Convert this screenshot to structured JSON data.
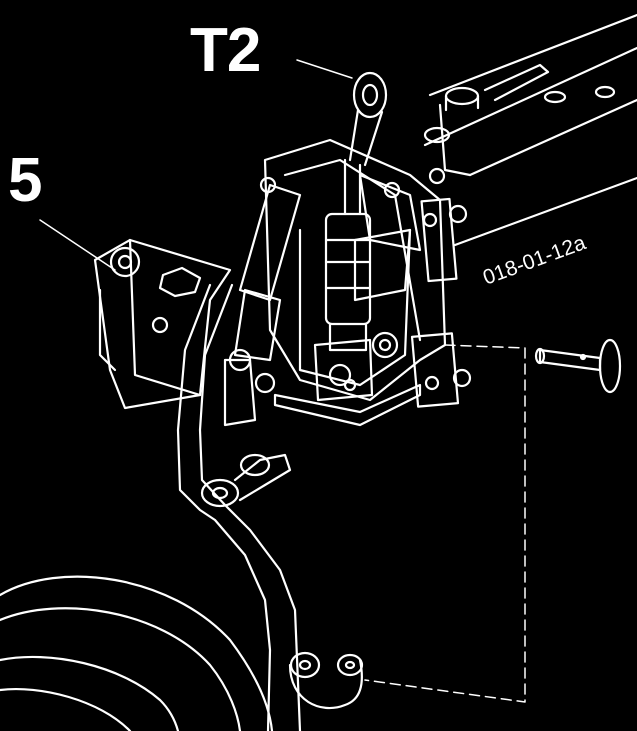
{
  "figure": {
    "callouts": {
      "t2": "T2",
      "five": "5"
    },
    "figure_id": "018-01-12a",
    "colors": {
      "background": "#000000",
      "line": "#ffffff"
    }
  }
}
